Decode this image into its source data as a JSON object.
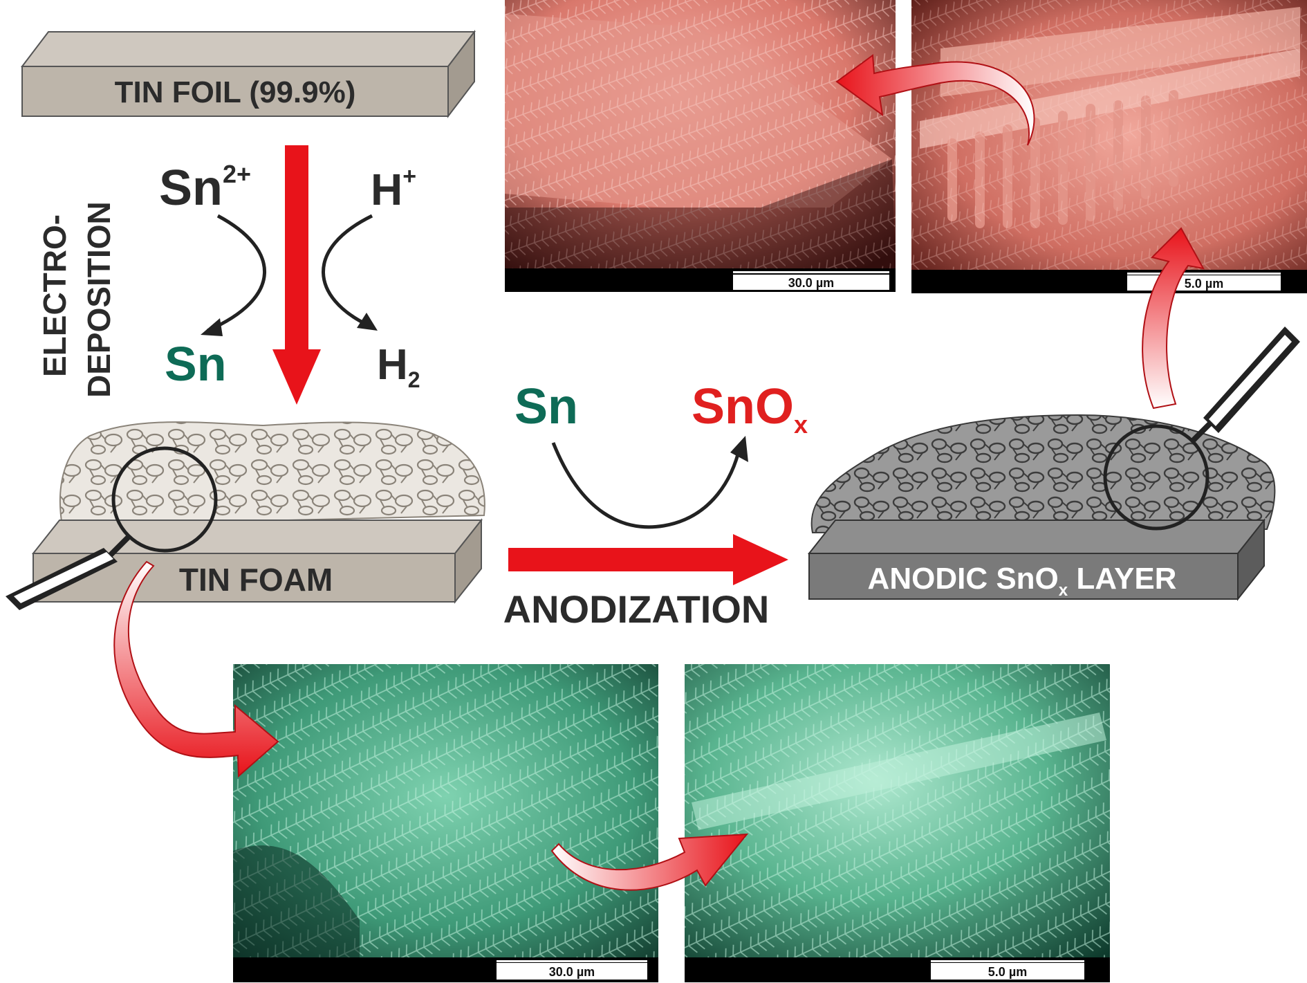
{
  "labels": {
    "tin_foil": "TIN FOIL (99.9%)",
    "electrodeposition_line1": "ELECTRO-",
    "electrodeposition_line2": "DEPOSITION",
    "sn_ion_base": "Sn",
    "sn_ion_sup": "2+",
    "h_ion_base": "H",
    "h_ion_sup": "+",
    "sn_product": "Sn",
    "h2_base": "H",
    "h2_sub": "2",
    "tin_foam": "TIN FOAM",
    "sn_reactant": "Sn",
    "snox_base": "SnO",
    "snox_sub": "x",
    "anodization": "ANODIZATION",
    "anodic_prefix": "ANODIC SnO",
    "anodic_sub": "x",
    "anodic_suffix": " LAYER"
  },
  "micrographs": {
    "top_left_scale": "30.0 µm",
    "top_right_scale": "5.0 µm",
    "bottom_left_scale": "30.0 µm",
    "bottom_right_scale": "5.0 µm"
  },
  "colors": {
    "foil": "#bdb5aa",
    "anodic_block": "#7a7a7a",
    "arrow_red": "#e8131a",
    "sn_green": "#0e6b56",
    "snox_red": "#e0201f",
    "sem_red": "#d9786c",
    "sem_green": "#3f9a78"
  }
}
